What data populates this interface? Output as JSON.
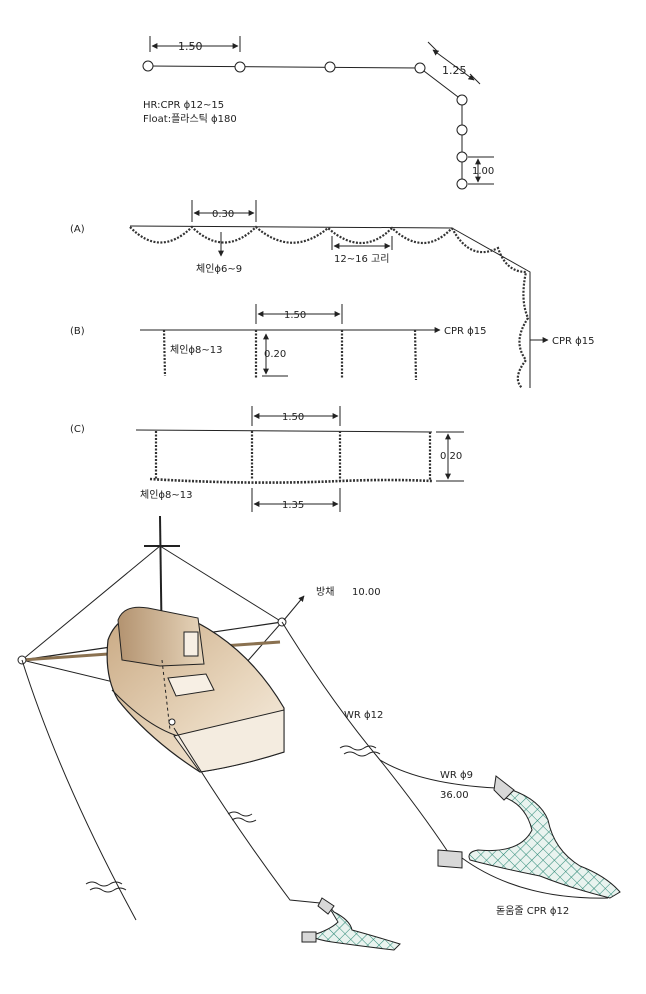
{
  "top": {
    "dim_float_spacing": "1.50",
    "dim_diag": "1.25",
    "dim_vertical": "1.00",
    "hr_label": "HR:CPR ϕ12~15",
    "float_label": "Float:플라스틱 ϕ180"
  },
  "detail_a": {
    "tag": "(A)",
    "dim_top": "0.30",
    "chain_label": "체인ϕ6~9",
    "ring_label": "12~16 고리"
  },
  "detail_b": {
    "tag": "(B)",
    "dim_top": "1.50",
    "dim_height": "0.20",
    "rope_label": "CPR ϕ15",
    "side_rope_label": "CPR ϕ15",
    "chain_label": "체인ϕ8~13"
  },
  "detail_c": {
    "tag": "(C)",
    "dim_top": "1.50",
    "dim_height": "0.20",
    "dim_bottom": "1.35",
    "chain_label": "체인ϕ8~13"
  },
  "boat": {
    "boom_label": "방채",
    "boom_value": "10.00",
    "warp_label": "WR ϕ12",
    "bridle_label": "WR ϕ9",
    "bridle_value": "36.00",
    "ground_rope_label": "돋움줄 CPR ϕ12"
  },
  "colors": {
    "line": "#222222",
    "hull": "#d9c3a2",
    "hull_dark": "#a88a63",
    "net": "#2e8a77"
  }
}
